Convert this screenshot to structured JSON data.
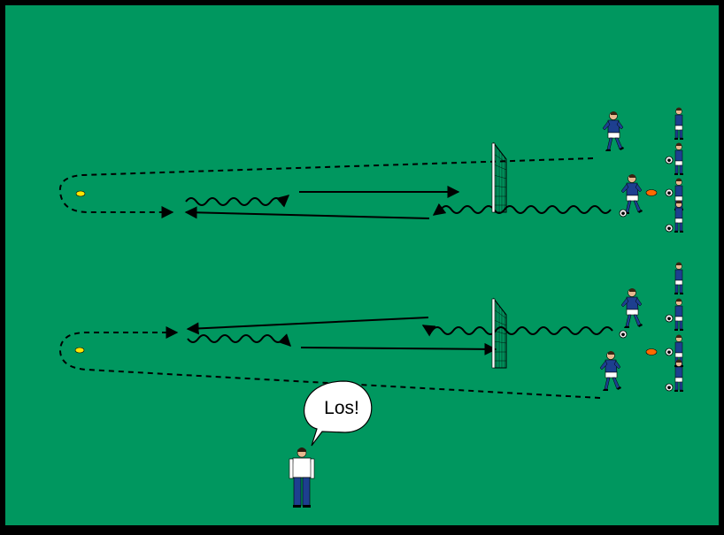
{
  "speech_bubble": {
    "text": "Los!"
  },
  "colors": {
    "pitch": "#00975f",
    "border": "#000000",
    "jersey": "#1d3f8f",
    "shorts": "#ffffff",
    "cone_yellow": "#ffe600",
    "cone_orange": "#ff6a00",
    "coach_shirt": "#ffffff",
    "coach_trousers": "#1d3f8f"
  },
  "drills": [
    {
      "id": "top",
      "elements": [
        "players-queue",
        "runner",
        "dribbler",
        "goal",
        "yellow-cone",
        "orange-cone",
        "dribble-path",
        "pass-path",
        "run-path"
      ]
    },
    {
      "id": "bottom",
      "elements": [
        "players-queue",
        "runner",
        "dribbler",
        "goal",
        "yellow-cone",
        "orange-cone",
        "dribble-path",
        "pass-path",
        "run-path"
      ]
    }
  ]
}
